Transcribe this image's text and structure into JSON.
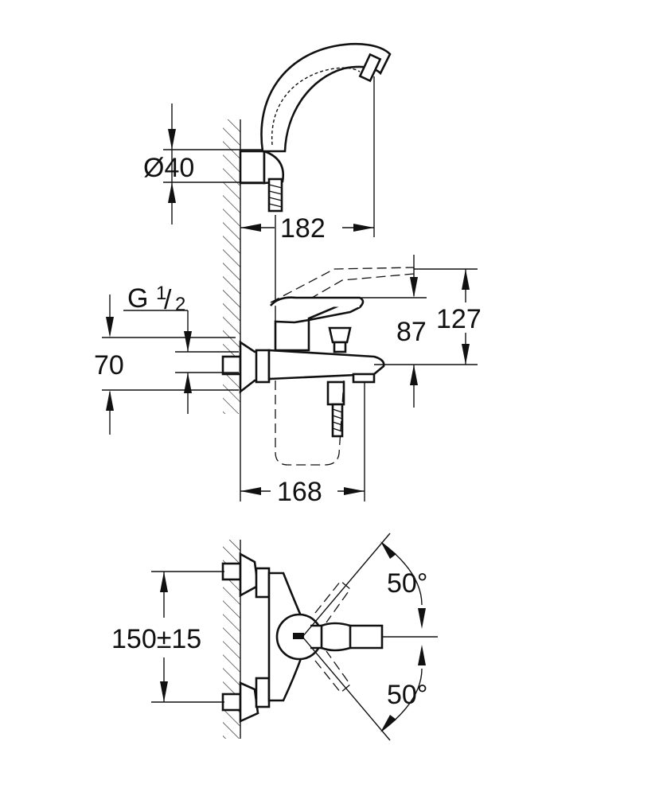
{
  "dimensions": {
    "hand_shower_diameter": "Ø40",
    "shower_projection": "182",
    "thread_size_main": "G",
    "thread_size_num": "1",
    "thread_size_den": "2",
    "spout_height_below_inlet": "70",
    "lever_height": "87",
    "total_height": "127",
    "spout_projection": "168",
    "centers_distance": "150±15",
    "lever_angle_up": "50°",
    "lever_angle_down": "50°"
  }
}
